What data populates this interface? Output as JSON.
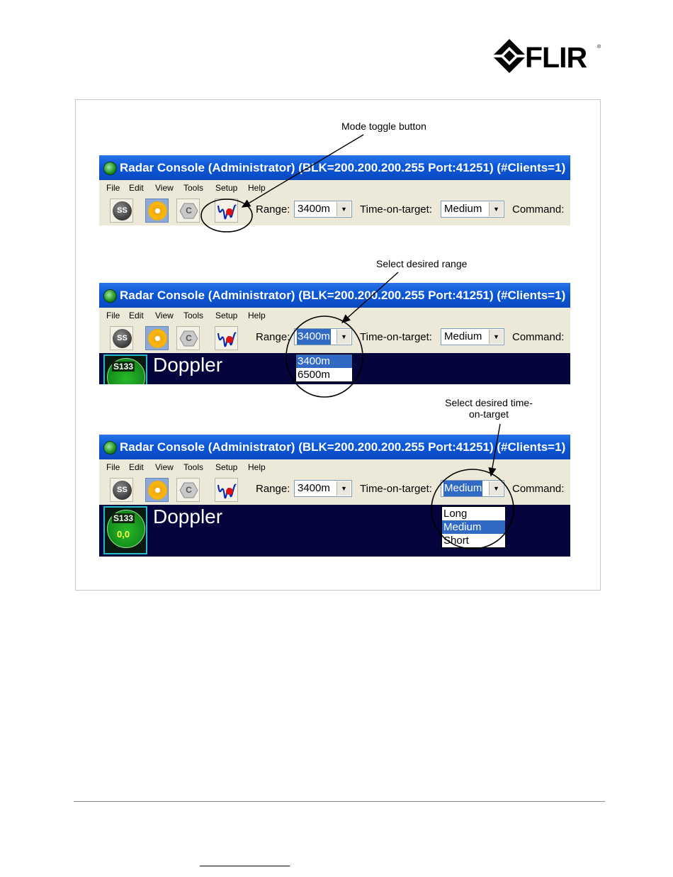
{
  "brand": {
    "name": "FLIR",
    "registered": "®"
  },
  "window": {
    "title": "Radar Console (Administrator) (BLK=200.200.200.255 Port:41251) (#Clients=1)",
    "menu": [
      "File",
      "Edit",
      "View",
      "Tools",
      "Setup",
      "Help"
    ],
    "toolbar": {
      "ss_label": "SS",
      "c_label": "C",
      "range_label": "Range:",
      "range_value": "3400m",
      "tot_label": "Time-on-target:",
      "tot_value": "Medium",
      "command_label": "Command:"
    },
    "display": {
      "sensor_id": "S133",
      "coordinates": "0,0",
      "mode_text": "Doppler"
    }
  },
  "range_options": [
    "3400m",
    "6500m"
  ],
  "tot_options": [
    "Long",
    "Medium",
    "Short"
  ],
  "callouts": {
    "mode_toggle": "Mode toggle button",
    "select_range": "Select desired range",
    "select_tot_line1": "Select desired time-",
    "select_tot_line2": "on-target"
  },
  "colors": {
    "titlebar": "#0a56d8",
    "menu_bg": "#ece9d8",
    "selection": "#316ac5",
    "display_bg": "#05053d"
  }
}
